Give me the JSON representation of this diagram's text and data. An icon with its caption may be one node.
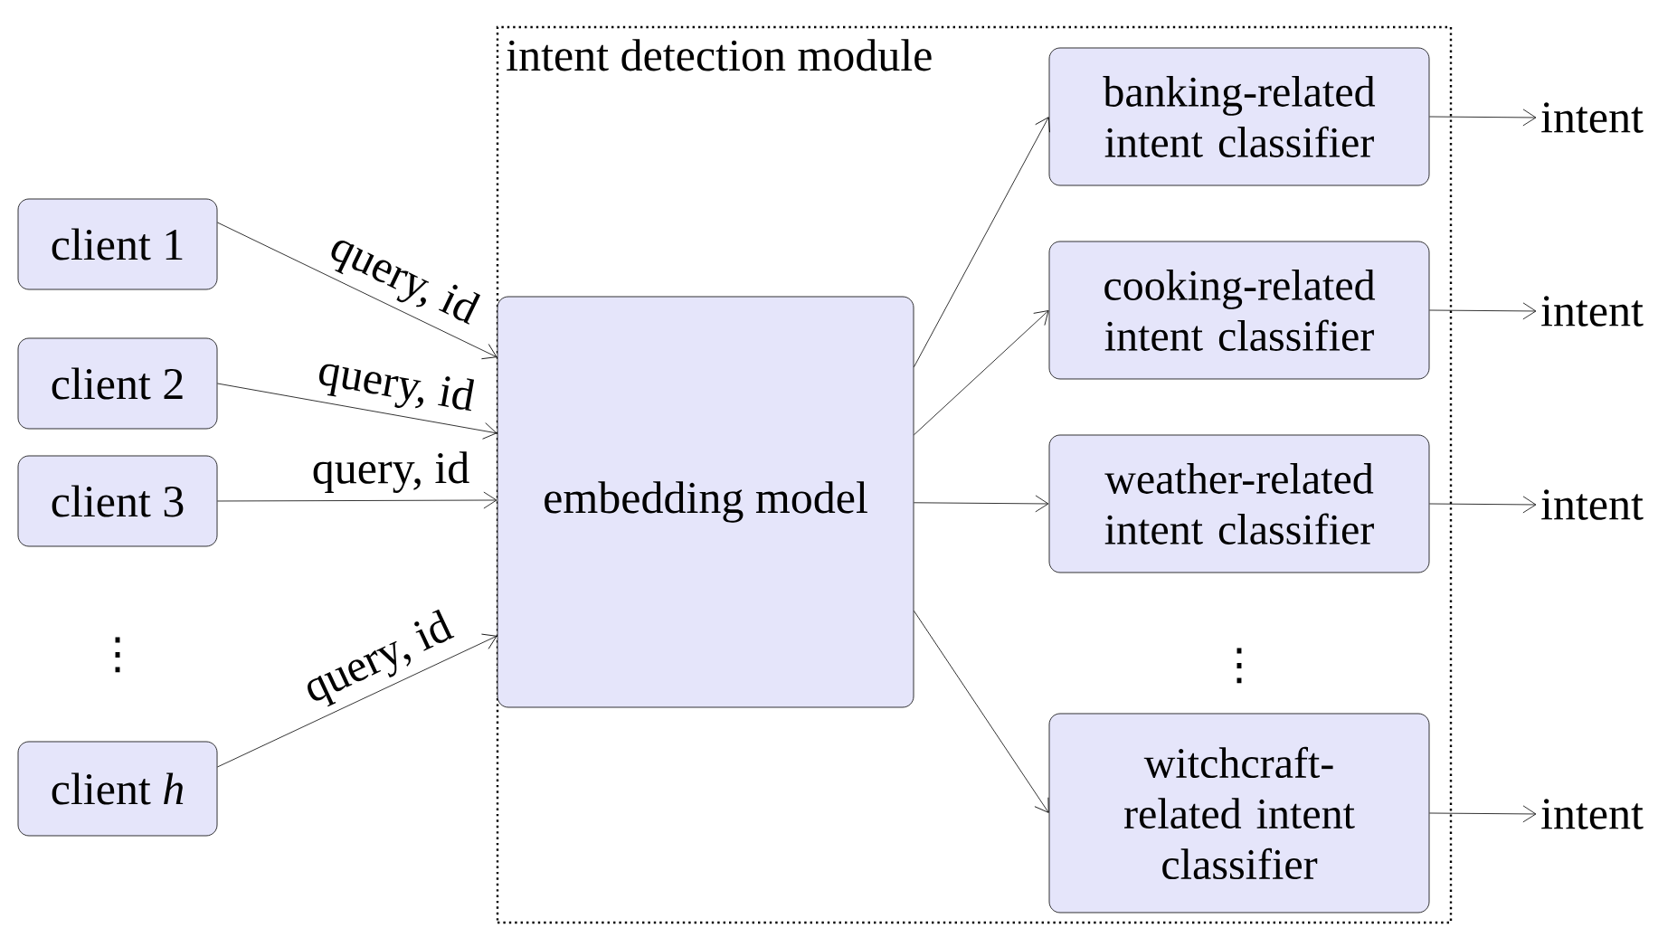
{
  "diagram": {
    "nodes": [
      {
        "text": [
          "intent detection module"
        ]
      },
      {
        "text": [
          "client 1"
        ]
      },
      {
        "text": [
          "client 2"
        ]
      },
      {
        "text": [
          "client 3"
        ]
      },
      {
        "text": [
          "client *h*"
        ]
      },
      {
        "text": [
          "embedding model"
        ],
        "in": 0
      },
      {
        "text": [
          "banking-related intent classifier"
        ],
        "in": 0
      },
      {
        "text": [
          "cooking-related intent classifier"
        ],
        "in": 0
      },
      {
        "text": [
          "weather-related intent classifier"
        ],
        "in": 0
      },
      {
        "text": [
          "witchcraft-related intent classifier"
        ],
        "in": 0
      },
      {
        "text": [
          "intent"
        ]
      },
      {
        "text": [
          "intent"
        ]
      },
      {
        "text": [
          "intent"
        ]
      },
      {
        "text": [
          "intent"
        ]
      }
    ],
    "edges": [
      {
        "from": 1,
        "to": 5,
        "arrow": "to",
        "label": "query, id"
      },
      {
        "from": 2,
        "to": 5,
        "arrow": "to",
        "label": "query, id"
      },
      {
        "from": 3,
        "to": 5,
        "arrow": "to",
        "label": "query, id"
      },
      {
        "from": 4,
        "to": 5,
        "arrow": "to",
        "label": "query, id"
      },
      {
        "from": 5,
        "to": 6,
        "arrow": "to"
      },
      {
        "from": 5,
        "to": 7,
        "arrow": "to"
      },
      {
        "from": 5,
        "to": 8,
        "arrow": "to"
      },
      {
        "from": 5,
        "to": 9,
        "arrow": "to"
      },
      {
        "from": 6,
        "to": 10,
        "arrow": "to"
      },
      {
        "from": 7,
        "to": 11,
        "arrow": "to"
      },
      {
        "from": 8,
        "to": 12,
        "arrow": "to"
      },
      {
        "from": 9,
        "to": 13,
        "arrow": "to"
      }
    ],
    "labels": [
      "⋮",
      "⋮"
    ]
  }
}
